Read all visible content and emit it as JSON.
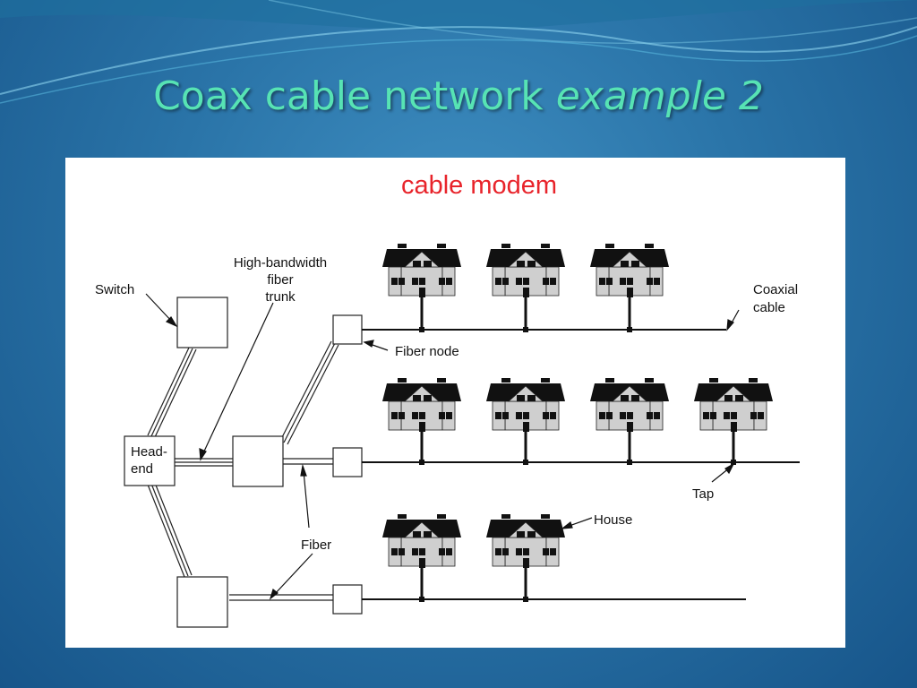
{
  "slide": {
    "title_main": "Coax cable network",
    "title_em": "example 2"
  },
  "diagram": {
    "header": "cable modem",
    "labels": {
      "switch": "Switch",
      "trunk": [
        "High-bandwidth",
        "fiber",
        "trunk"
      ],
      "headend": [
        "Head-",
        "end"
      ],
      "fiber_node": "Fiber node",
      "coax": [
        "Coaxial",
        "cable"
      ],
      "tap": "Tap",
      "house": "House",
      "fiber": "Fiber"
    },
    "rows": [
      {
        "name": "upper",
        "houses": 3
      },
      {
        "name": "middle",
        "houses": 4
      },
      {
        "name": "lower",
        "houses": 2
      }
    ]
  },
  "colors": {
    "title": "#57e3b4",
    "header": "#e8242b",
    "background": "#2a74a8"
  }
}
